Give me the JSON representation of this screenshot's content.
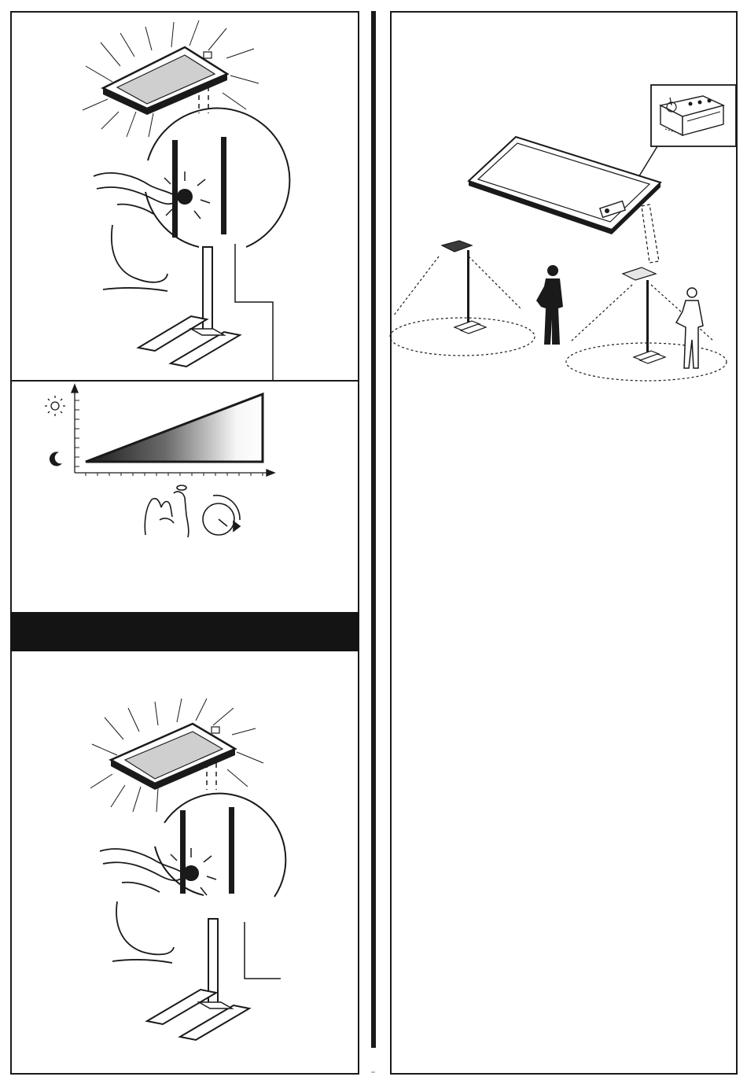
{
  "page": {
    "ink_color": "#1a1a1a",
    "paper_color": "#ffffff",
    "band_color": "#141414"
  },
  "left_panel": {
    "illustration_top": {
      "icons": [
        "lamp-head-icon",
        "touch-switch-icon",
        "hand-icon",
        "lamp-base-icon"
      ]
    },
    "dimming_chart": {
      "icons": [
        "sun-icon",
        "moon-icon",
        "finger-press-icon",
        "rotary-dial-icon"
      ],
      "chart_data": {
        "type": "area",
        "title": "",
        "xlabel": "",
        "ylabel": "",
        "x": [
          0,
          1
        ],
        "y": [
          0,
          1
        ],
        "ylim": [
          0,
          1
        ],
        "grid": false
      }
    },
    "black_band": {
      "text": ""
    },
    "illustration_bottom": {
      "icons": [
        "lamp-head-icon",
        "touch-switch-icon",
        "hand-icon",
        "lamp-base-icon"
      ]
    }
  },
  "right_panel": {
    "illustration": {
      "icons": [
        "ceiling-panel-icon",
        "control-unit-icon",
        "floor-lamp-icon",
        "person-icon",
        "light-cone-icon"
      ]
    }
  }
}
